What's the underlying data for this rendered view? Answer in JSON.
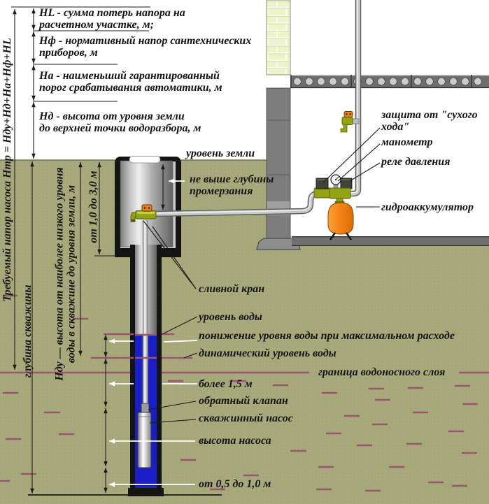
{
  "formula_sidebar": {
    "required_head": "Требуемый напор насоса Нтр = Нду+Нд+На+Нф+HL",
    "well_depth": "глубина скважины",
    "ndu_definition": "Нду — высота от наиболее низкого уровня\nводы в скважине до уровня земли, м",
    "caisson_depth_range": "от 1,0 до 3,0 м"
  },
  "definitions": {
    "hl": "HL - сумма потерь напора на\nрасчетном участке, м;",
    "nf": "Нф - нормативный напор сантехнических\nприборов, м",
    "na": "На - наименьший гарантированный\nпорог срабатывания автоматики, м",
    "nd": "Нд - высота от уровня земли\nдо верхней точки водоразбора, м"
  },
  "labels": {
    "ground_level": "уровень земли",
    "frost_depth": "не выше глубины\nпромерзания",
    "dry_run_protection": "защита от \"сухого\nхода\"",
    "manometer": "манометр",
    "pressure_switch": "реле давления",
    "accumulator": "гидроаккумулятор",
    "drain_valve": "сливной кран",
    "water_level": "уровень воды",
    "drawdown": "понижение уровня воды при максимальном расходе",
    "dynamic_level": "динамический уровень воды",
    "aquifer_boundary": "граница водоносного слоя",
    "min_distance": "более 1,5 м",
    "check_valve": "обратный клапан",
    "pump": "скважинный насос",
    "pump_height": "высота насоса",
    "bottom_clearance": "от 0,5 до 1,0 м"
  },
  "colors": {
    "ground": "#a8a97b",
    "water": "#1a1ec6",
    "aquifer_marks": "#9a5570",
    "tank_orange": "#f58414",
    "fitting_olive": "#95a312",
    "brick": "#edf3c9",
    "concrete": "#6e6e6e",
    "line": "#1a1a1a"
  }
}
